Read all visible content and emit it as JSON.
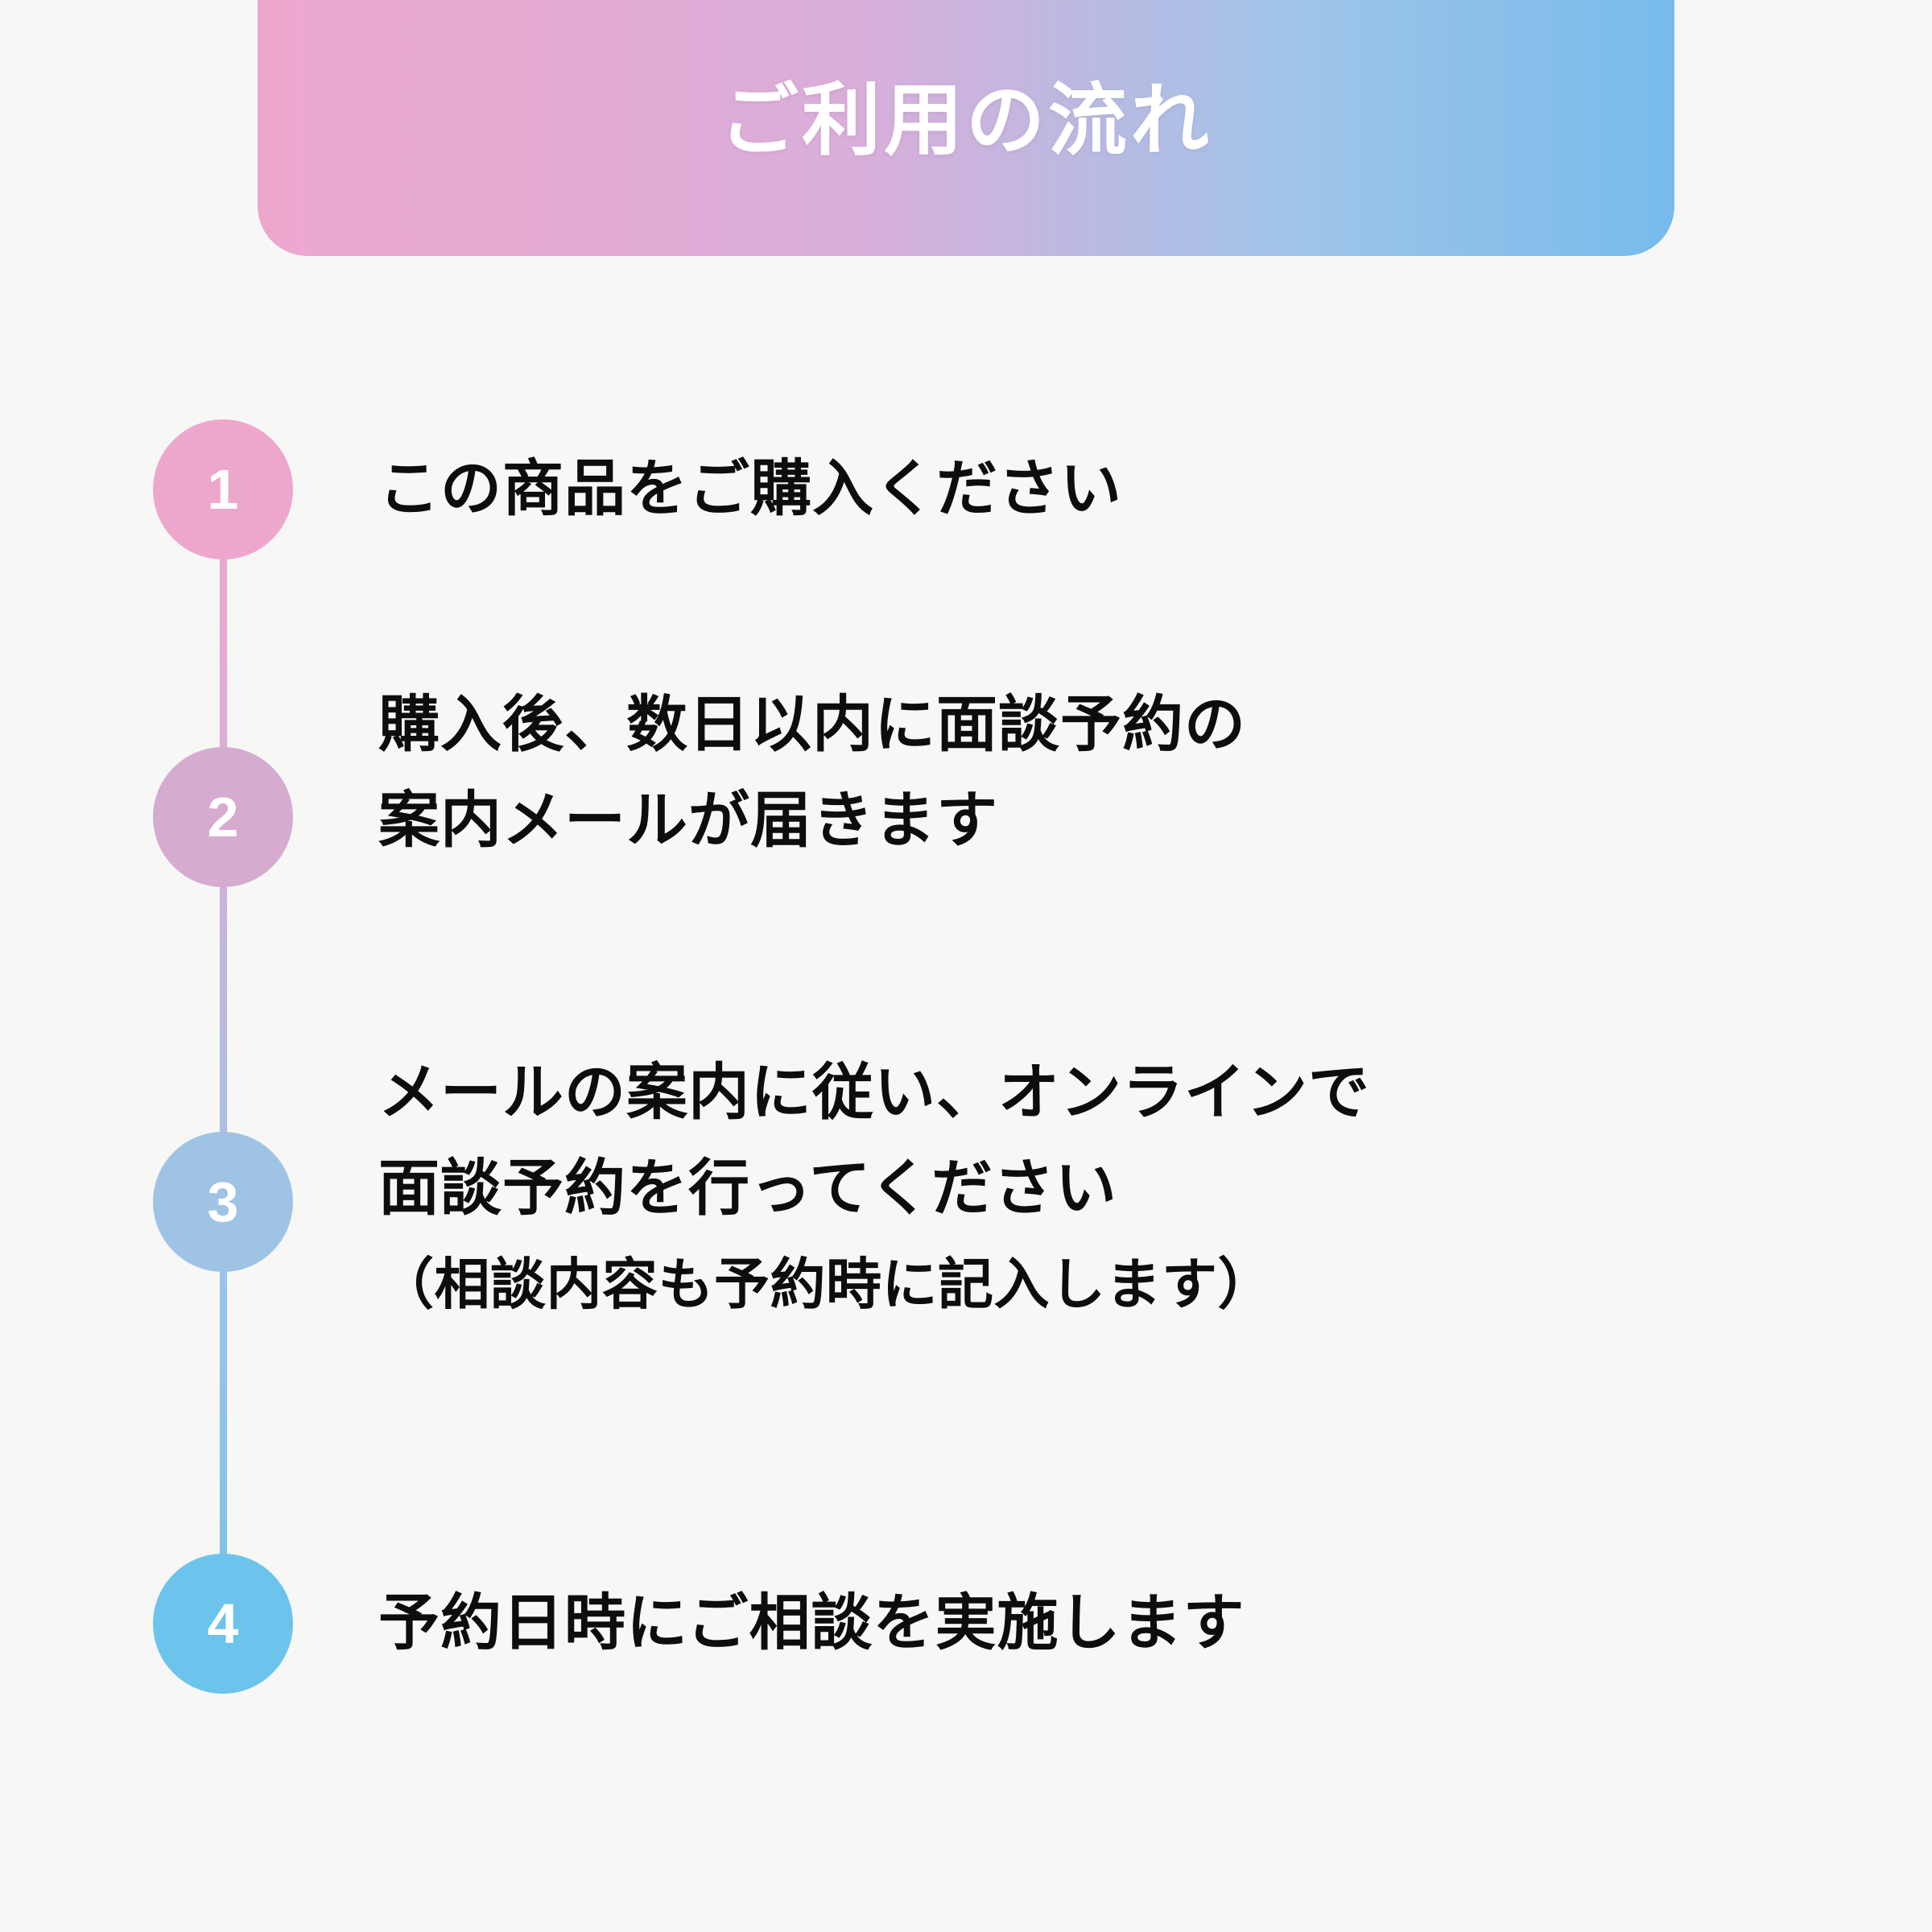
{
  "header": {
    "title": "ご利用の流れ",
    "gradient_from": "#eda7cd",
    "gradient_to": "#77bbeb"
  },
  "background_color": "#f7f7f6",
  "text_color": "#0d0d0d",
  "steps": [
    {
      "number": "1",
      "color": "#eda7cd",
      "lines": [
        "この商品をご購入ください"
      ]
    },
    {
      "number": "2",
      "color": "#d5abd0",
      "lines": [
        "購入後、数日以内に面談予約の",
        "案内メールが届きます"
      ]
    },
    {
      "number": "3",
      "color": "#9fc3e5",
      "lines": [
        "メールの案内に従い、オンラインで",
        "面談予約を行ってください",
        "（相談内容も予約時に記入します）"
      ]
    },
    {
      "number": "4",
      "color": "#6cc4ec",
      "lines": [
        "予約日時にご相談を実施します"
      ]
    }
  ]
}
